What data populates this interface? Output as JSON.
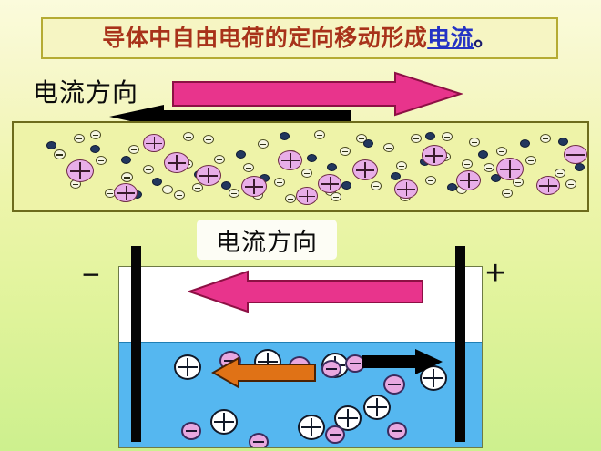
{
  "slide": {
    "background_top_color": "#fbfbdc",
    "background_bottom_color": "#cdf08e",
    "title": {
      "full_text": "导体中自由电荷的定向移动形成电流。",
      "part_red": "导体中自由电荷的定向移动形成",
      "part_blue": "电流",
      "part_end": "。",
      "red_color": "#a8321a",
      "blue_color": "#2433c4",
      "box_fill": "#f6f5c3",
      "box_border": "#b5ab33"
    }
  },
  "conductor_section": {
    "label": "电流方向",
    "current_arrow": {
      "name": "pink-current-arrow",
      "direction": "right",
      "color": "#e8348c",
      "outline": "#7a1040"
    },
    "electron_arrow": {
      "name": "black-electron-arrow",
      "direction": "left",
      "color": "#000000"
    },
    "bar": {
      "fill": "#eef3a8",
      "border": "#6d6b1c"
    },
    "legend": {
      "positive_ion": "+",
      "free_electron": "−",
      "ion_color": "#e8aee8",
      "electron_color": "#f6f6e2",
      "dot_color": "#22375e"
    },
    "particles": {
      "electrons": [
        [
          44,
          29,
          13
        ],
        [
          66,
          12,
          12
        ],
        [
          90,
          36,
          12
        ],
        [
          118,
          54,
          13
        ],
        [
          150,
          20,
          12
        ],
        [
          142,
          46,
          12
        ],
        [
          163,
          68,
          12
        ],
        [
          185,
          40,
          12
        ],
        [
          196,
          66,
          12
        ],
        [
          208,
          13,
          12
        ],
        [
          220,
          35,
          12
        ],
        [
          186,
          10,
          12
        ],
        [
          252,
          44,
          12
        ],
        [
          268,
          18,
          12
        ],
        [
          286,
          60,
          12
        ],
        [
          300,
          30,
          12
        ],
        [
          316,
          50,
          12
        ],
        [
          330,
          8,
          12
        ],
        [
          342,
          70,
          12
        ],
        [
          358,
          26,
          12
        ],
        [
          374,
          48,
          12
        ],
        [
          392,
          64,
          12
        ],
        [
          406,
          22,
          12
        ],
        [
          420,
          42,
          12
        ],
        [
          436,
          12,
          12
        ],
        [
          452,
          58,
          12
        ],
        [
          468,
          32,
          12
        ],
        [
          486,
          68,
          12
        ],
        [
          500,
          16,
          12
        ],
        [
          516,
          44,
          12
        ],
        [
          530,
          26,
          12
        ],
        [
          548,
          60,
          12
        ],
        [
          562,
          36,
          12
        ],
        [
          578,
          12,
          12
        ],
        [
          594,
          50,
          12
        ],
        [
          610,
          28,
          12
        ],
        [
          100,
          72,
          12
        ],
        [
          126,
          24,
          12
        ],
        [
          236,
          72,
          12
        ],
        [
          262,
          74,
          12
        ],
        [
          348,
          76,
          12
        ],
        [
          424,
          76,
          12
        ],
        [
          62,
          62,
          12
        ],
        [
          176,
          74,
          12
        ],
        [
          298,
          78,
          12
        ],
        [
          470,
          10,
          12
        ],
        [
          606,
          62,
          12
        ],
        [
          536,
          72,
          12
        ],
        [
          84,
          8,
          12
        ],
        [
          206,
          56,
          12
        ],
        [
          376,
          12,
          12
        ],
        [
          492,
          40,
          12
        ]
      ],
      "dots": [
        [
          36,
          20,
          11
        ],
        [
          84,
          24,
          11
        ],
        [
          118,
          36,
          11
        ],
        [
          152,
          60,
          11
        ],
        [
          198,
          52,
          11
        ],
        [
          244,
          30,
          11
        ],
        [
          270,
          56,
          11
        ],
        [
          322,
          34,
          11
        ],
        [
          360,
          64,
          11
        ],
        [
          384,
          18,
          11
        ],
        [
          414,
          54,
          11
        ],
        [
          446,
          38,
          11
        ],
        [
          476,
          66,
          11
        ],
        [
          510,
          30,
          11
        ],
        [
          524,
          56,
          11
        ],
        [
          556,
          18,
          11
        ],
        [
          580,
          66,
          11
        ],
        [
          616,
          44,
          11
        ],
        [
          130,
          74,
          11
        ],
        [
          292,
          10,
          11
        ],
        [
          344,
          44,
          11
        ],
        [
          598,
          16,
          11
        ],
        [
          452,
          10,
          11
        ],
        [
          228,
          64,
          11
        ]
      ],
      "ions": [
        [
          58,
          40,
          30
        ],
        [
          110,
          66,
          26
        ],
        [
          165,
          32,
          28
        ],
        [
          200,
          46,
          28
        ],
        [
          250,
          58,
          28
        ],
        [
          290,
          30,
          27
        ],
        [
          334,
          56,
          26
        ],
        [
          372,
          40,
          28
        ],
        [
          418,
          62,
          26
        ],
        [
          448,
          24,
          28
        ],
        [
          486,
          52,
          27
        ],
        [
          530,
          38,
          30
        ],
        [
          574,
          58,
          26
        ],
        [
          604,
          24,
          26
        ],
        [
          142,
          12,
          24
        ],
        [
          310,
          70,
          24
        ]
      ]
    }
  },
  "electrolyte_section": {
    "label": "电流方向",
    "negative_terminal_sign": "−",
    "positive_terminal_sign": "+",
    "container": {
      "wall_color": "#6d7a45",
      "air_fill": "#ffffff",
      "liquid_fill": "#55b7f0",
      "liquid_surface_color": "#1f7fb5"
    },
    "electrodes": {
      "color": "#050505",
      "left_name": "negative-electrode",
      "right_name": "positive-electrode"
    },
    "current_arrow": {
      "name": "pink-current-arrow-cell",
      "direction": "left",
      "color": "#e8348c"
    },
    "cation_arrow": {
      "name": "orange-cation-arrow",
      "direction": "left",
      "color": "#e07216"
    },
    "anion_arrow": {
      "name": "black-anion-arrow",
      "direction": "right",
      "color": "#000000"
    },
    "ions": {
      "positive_symbol": "+",
      "negative_symbol": "−",
      "positive_color": "#ffffff",
      "negative_color": "#e8a8e0",
      "positive_list": [
        [
          60,
          92,
          30
        ],
        [
          148,
          86,
          30
        ],
        [
          222,
          90,
          30
        ],
        [
          236,
          148,
          30
        ],
        [
          100,
          152,
          30
        ],
        [
          196,
          158,
          30
        ],
        [
          268,
          136,
          30
        ],
        [
          330,
          104,
          30
        ]
      ],
      "negative_list": [
        [
          110,
          88,
          24
        ],
        [
          186,
          94,
          24
        ],
        [
          248,
          92,
          22
        ],
        [
          290,
          114,
          24
        ],
        [
          294,
          166,
          22
        ],
        [
          226,
          170,
          22
        ],
        [
          142,
          178,
          22
        ],
        [
          68,
          166,
          22
        ],
        [
          222,
          98,
          22
        ]
      ]
    }
  }
}
